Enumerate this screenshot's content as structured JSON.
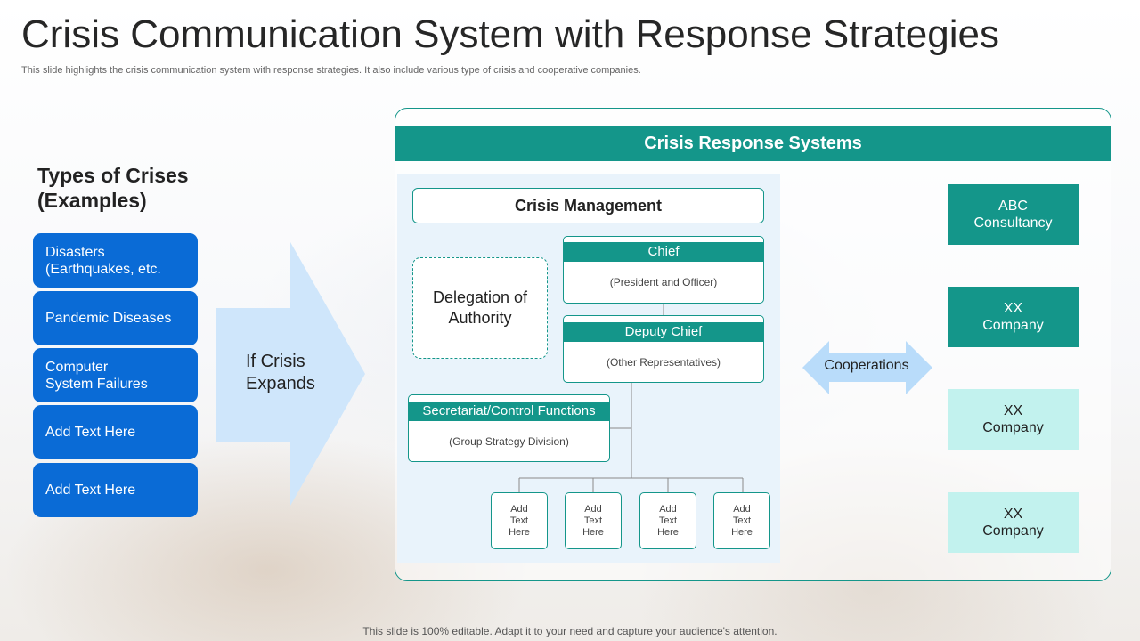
{
  "title": "Crisis Communication System with Response Strategies",
  "subtitle": "This slide highlights the crisis communication system with response strategies. It also include various type of crisis and cooperative companies.",
  "types": {
    "heading_line1": "Types of Crises",
    "heading_line2": "(Examples)",
    "items": [
      {
        "line1": "Disasters",
        "line2": "(Earthquakes, etc."
      },
      {
        "line1": "Pandemic Diseases",
        "line2": ""
      },
      {
        "line1": "Computer",
        "line2": "System Failures"
      },
      {
        "line1": "Add Text Here",
        "line2": ""
      },
      {
        "line1": "Add Text Here",
        "line2": ""
      }
    ]
  },
  "arrow": {
    "line1": "If Crisis",
    "line2": "Expands"
  },
  "panel": {
    "header": "Crisis Response Systems",
    "management": "Crisis Management",
    "delegation_line1": "Delegation of",
    "delegation_line2": "Authority",
    "chief": {
      "title": "Chief",
      "desc": "(President and Officer)"
    },
    "deputy": {
      "title": "Deputy Chief",
      "desc": "(Other Representatives)"
    },
    "secretariat": {
      "title": "Secretariat/Control Functions",
      "desc": "(Group Strategy Division)"
    },
    "small_boxes": [
      {
        "l1": "Add",
        "l2": "Text",
        "l3": "Here"
      },
      {
        "l1": "Add",
        "l2": "Text",
        "l3": "Here"
      },
      {
        "l1": "Add",
        "l2": "Text",
        "l3": "Here"
      },
      {
        "l1": "Add",
        "l2": "Text",
        "l3": "Here"
      }
    ]
  },
  "cooperations": "Cooperations",
  "companies": [
    {
      "line1": "ABC",
      "line2": "Consultancy"
    },
    {
      "line1": "XX",
      "line2": "Company"
    },
    {
      "line1": "XX",
      "line2": "Company"
    },
    {
      "line1": "XX",
      "line2": "Company"
    }
  ],
  "footer": "This slide is 100% editable. Adapt it to your need and capture your audience's attention.",
  "colors": {
    "teal": "#14968a",
    "blue": "#0a6bd6",
    "light_teal": "#c2f2ee",
    "arrow_blue": "#cfe6fb"
  }
}
